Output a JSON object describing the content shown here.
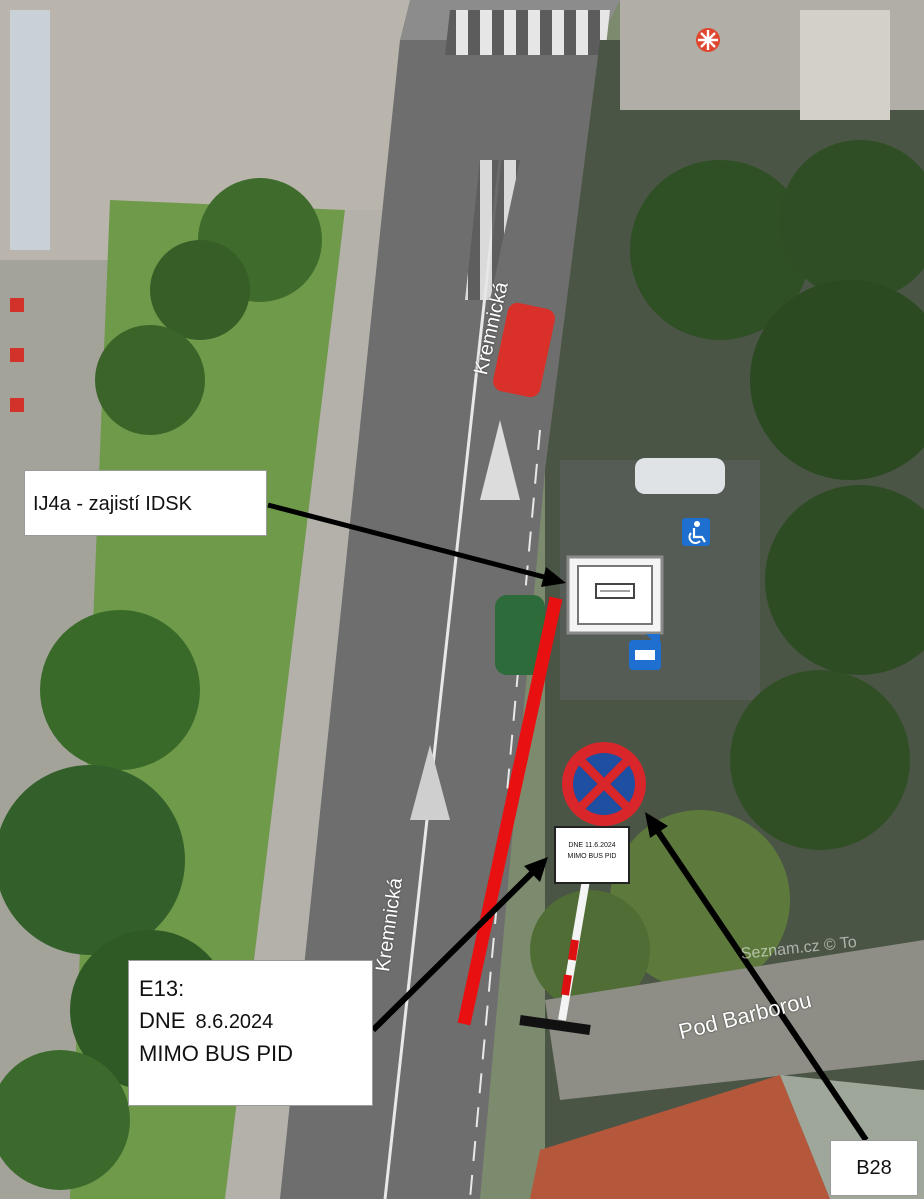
{
  "streets": {
    "kremnicka_north": "Kremnická",
    "kremnicka_south": "Kremnická",
    "pod_barborou": "Pod Barborou"
  },
  "watermark": "Seznam.cz © To",
  "callouts": {
    "idsk": "IJ4a - zajistí IDSK",
    "e13_code": "E13:",
    "e13_dne": "DNE",
    "e13_date": "8.6.2024",
    "e13_note": "MIMO BUS PID",
    "b28": "B28"
  },
  "supplementary_plate": {
    "line1": "DNE 11.6.2024",
    "line2": "MIMO BUS PID"
  },
  "icons": [
    "bus-stop-sign-icon",
    "no-stopping-sign-icon",
    "wheelchair-parking-icon",
    "bus-stop-map-icon",
    "poi-marker-icon"
  ],
  "colors": {
    "restriction_line": "#e81010",
    "no_stopping_red": "#d8262a",
    "no_stopping_blue": "#1f4fa0",
    "map_blue": "#1e6fd0"
  }
}
